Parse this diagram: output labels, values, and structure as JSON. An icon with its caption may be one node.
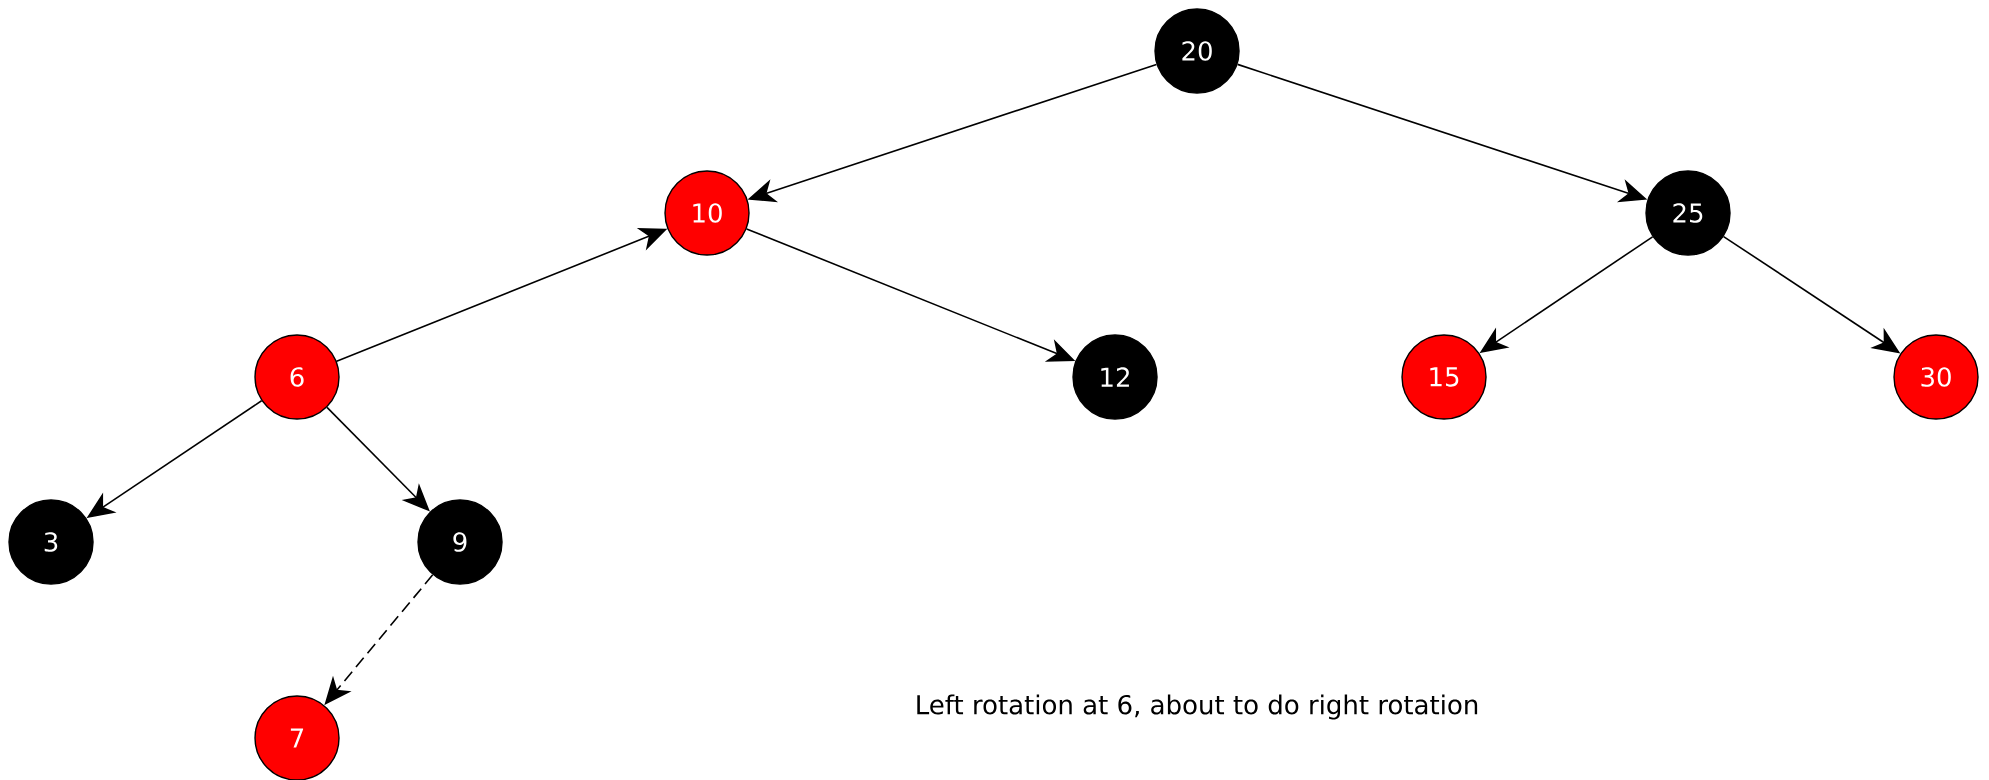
{
  "diagram": {
    "nodes": [
      {
        "text": [
          "20"
        ]
      },
      {
        "text": [
          "10"
        ]
      },
      {
        "text": [
          "25"
        ]
      },
      {
        "text": [
          "6"
        ]
      },
      {
        "text": [
          "12"
        ]
      },
      {
        "text": [
          "15"
        ]
      },
      {
        "text": [
          "30"
        ]
      },
      {
        "text": [
          "3"
        ]
      },
      {
        "text": [
          "9"
        ]
      },
      {
        "text": [
          "7"
        ]
      }
    ],
    "edges": [
      {
        "from": 0,
        "to": 1,
        "arrow": "to"
      },
      {
        "from": 0,
        "to": 2,
        "arrow": "to"
      },
      {
        "from": 3,
        "to": 1,
        "arrow": "to"
      },
      {
        "from": 1,
        "to": 4,
        "arrow": "to"
      },
      {
        "from": 2,
        "to": 5,
        "arrow": "to"
      },
      {
        "from": 2,
        "to": 6,
        "arrow": "to"
      },
      {
        "from": 3,
        "to": 7,
        "arrow": "to"
      },
      {
        "from": 3,
        "to": 8,
        "arrow": "to"
      },
      {
        "from": 8,
        "to": 9,
        "arrow": "to",
        "style": "dashed"
      }
    ],
    "labels": [
      "Left rotation at 6, about to do right rotation"
    ]
  }
}
